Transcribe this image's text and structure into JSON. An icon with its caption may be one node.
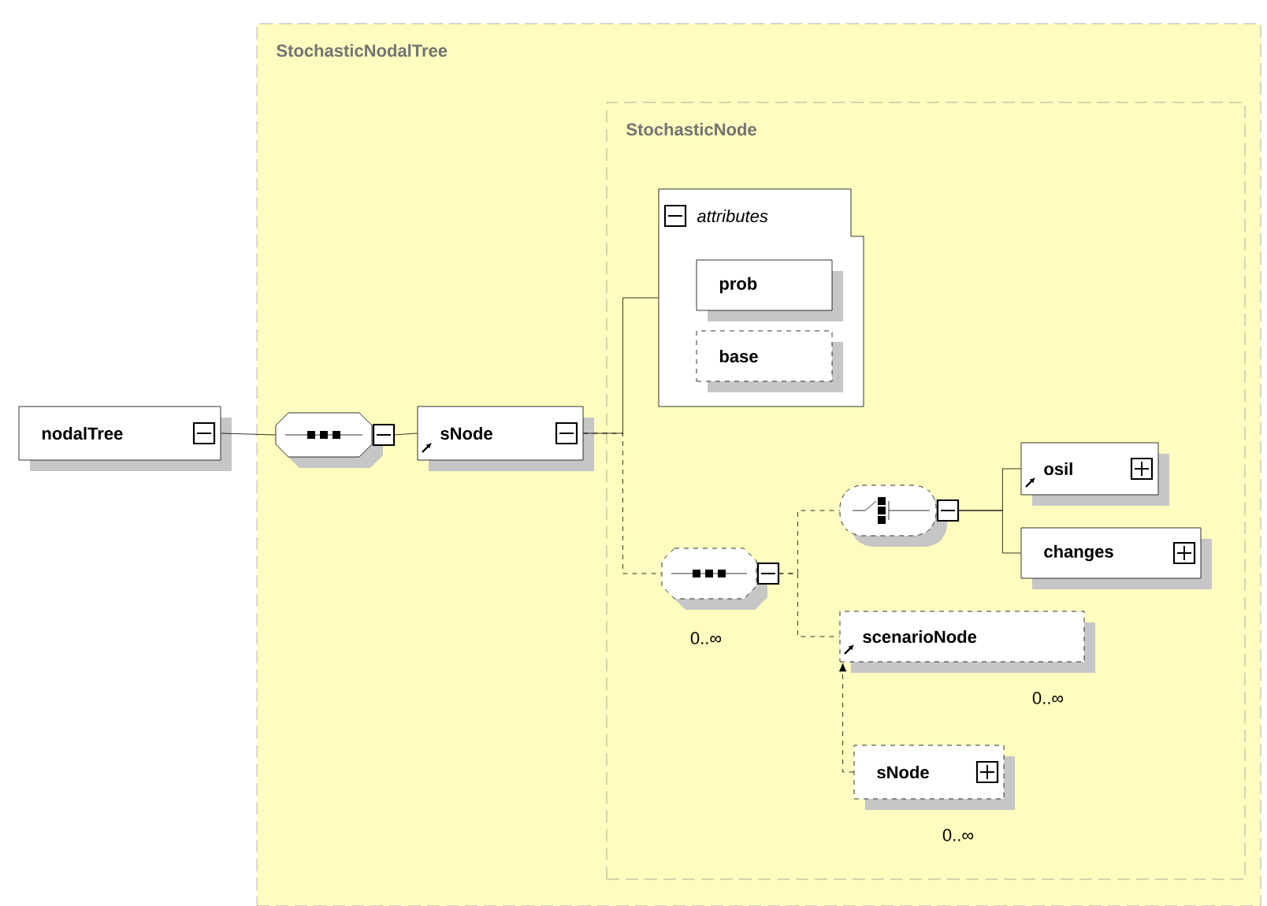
{
  "diagram": {
    "nodes": [
      {
        "text": [
          "nodalTree"
        ]
      },
      {
        "text": [
          "StochasticNodalTree"
        ]
      },
      {
        "text": [],
        "shape": "octagon",
        "in": 1
      },
      {
        "text": [
          "sNode"
        ],
        "in": 1
      },
      {
        "text": [
          "StochasticNode"
        ],
        "in": 1
      },
      {
        "text": [
          "attributes"
        ],
        "in": 4
      },
      {
        "text": [
          "prob"
        ],
        "in": 5
      },
      {
        "text": [
          "base"
        ],
        "in": 5
      },
      {
        "text": [],
        "shape": "octagon",
        "in": 4,
        "beside": [
          "0..∞"
        ]
      },
      {
        "text": [],
        "shape": "octagon",
        "in": 4
      },
      {
        "text": [
          "osil"
        ],
        "in": 4
      },
      {
        "text": [
          "changes"
        ],
        "in": 4
      },
      {
        "text": [
          "scenarioNode"
        ],
        "in": 4,
        "beside": [
          "0..∞"
        ]
      },
      {
        "text": [
          "sNode"
        ],
        "in": 4,
        "beside": [
          "0..∞"
        ]
      }
    ],
    "edges": [
      {
        "from": 0,
        "to": 2,
        "arrow": "none"
      },
      {
        "from": 2,
        "to": 3,
        "arrow": "none"
      },
      {
        "from": 3,
        "to": 5,
        "arrow": "none"
      },
      {
        "from": 3,
        "to": 8,
        "arrow": "none",
        "style": "dashed"
      },
      {
        "from": 8,
        "to": 9,
        "arrow": "none",
        "style": "dashed"
      },
      {
        "from": 8,
        "to": 12,
        "arrow": "none",
        "style": "dashed"
      },
      {
        "from": 9,
        "to": 10,
        "arrow": "none"
      },
      {
        "from": 9,
        "to": 11,
        "arrow": "none"
      },
      {
        "from": 13,
        "to": 12,
        "arrow": "to",
        "style": "dashed"
      }
    ]
  }
}
